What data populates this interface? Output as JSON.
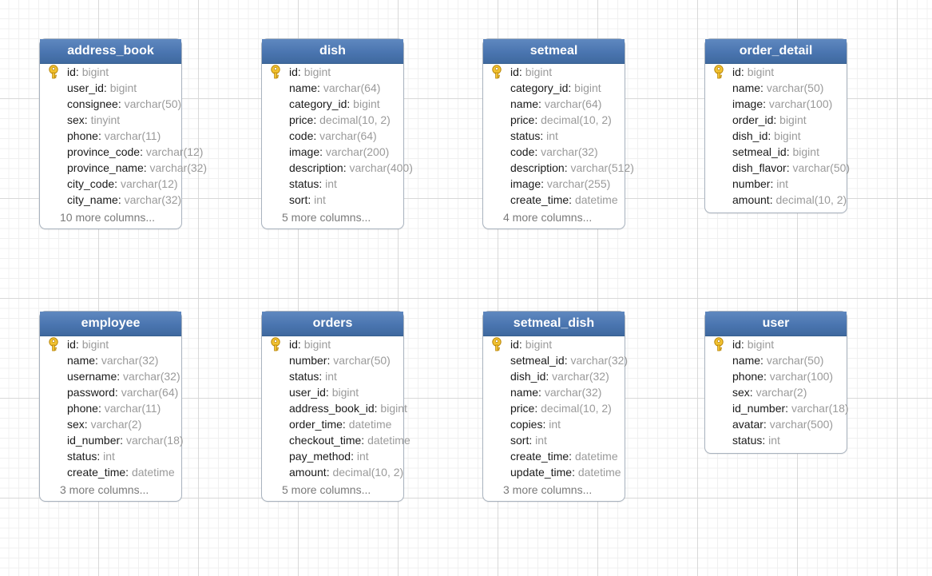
{
  "tables": [
    {
      "name": "address_book",
      "columns": [
        {
          "name": "id",
          "type": "bigint",
          "pk": true
        },
        {
          "name": "user_id",
          "type": "bigint"
        },
        {
          "name": "consignee",
          "type": "varchar(50)"
        },
        {
          "name": "sex",
          "type": "tinyint"
        },
        {
          "name": "phone",
          "type": "varchar(11)"
        },
        {
          "name": "province_code",
          "type": "varchar(12)"
        },
        {
          "name": "province_name",
          "type": "varchar(32)"
        },
        {
          "name": "city_code",
          "type": "varchar(12)"
        },
        {
          "name": "city_name",
          "type": "varchar(32)"
        }
      ],
      "more": "10 more columns..."
    },
    {
      "name": "dish",
      "columns": [
        {
          "name": "id",
          "type": "bigint",
          "pk": true
        },
        {
          "name": "name",
          "type": "varchar(64)"
        },
        {
          "name": "category_id",
          "type": "bigint"
        },
        {
          "name": "price",
          "type": "decimal(10, 2)"
        },
        {
          "name": "code",
          "type": "varchar(64)"
        },
        {
          "name": "image",
          "type": "varchar(200)"
        },
        {
          "name": "description",
          "type": "varchar(400)"
        },
        {
          "name": "status",
          "type": "int"
        },
        {
          "name": "sort",
          "type": "int"
        }
      ],
      "more": "5 more columns..."
    },
    {
      "name": "setmeal",
      "columns": [
        {
          "name": "id",
          "type": "bigint",
          "pk": true
        },
        {
          "name": "category_id",
          "type": "bigint"
        },
        {
          "name": "name",
          "type": "varchar(64)"
        },
        {
          "name": "price",
          "type": "decimal(10, 2)"
        },
        {
          "name": "status",
          "type": "int"
        },
        {
          "name": "code",
          "type": "varchar(32)"
        },
        {
          "name": "description",
          "type": "varchar(512)"
        },
        {
          "name": "image",
          "type": "varchar(255)"
        },
        {
          "name": "create_time",
          "type": "datetime"
        }
      ],
      "more": "4 more columns..."
    },
    {
      "name": "order_detail",
      "columns": [
        {
          "name": "id",
          "type": "bigint",
          "pk": true
        },
        {
          "name": "name",
          "type": "varchar(50)"
        },
        {
          "name": "image",
          "type": "varchar(100)"
        },
        {
          "name": "order_id",
          "type": "bigint"
        },
        {
          "name": "dish_id",
          "type": "bigint"
        },
        {
          "name": "setmeal_id",
          "type": "bigint"
        },
        {
          "name": "dish_flavor",
          "type": "varchar(50)"
        },
        {
          "name": "number",
          "type": "int"
        },
        {
          "name": "amount",
          "type": "decimal(10, 2)"
        }
      ],
      "more": ""
    },
    {
      "name": "employee",
      "columns": [
        {
          "name": "id",
          "type": "bigint",
          "pk": true
        },
        {
          "name": "name",
          "type": "varchar(32)"
        },
        {
          "name": "username",
          "type": "varchar(32)"
        },
        {
          "name": "password",
          "type": "varchar(64)"
        },
        {
          "name": "phone",
          "type": "varchar(11)"
        },
        {
          "name": "sex",
          "type": "varchar(2)"
        },
        {
          "name": "id_number",
          "type": "varchar(18)"
        },
        {
          "name": "status",
          "type": "int"
        },
        {
          "name": "create_time",
          "type": "datetime"
        }
      ],
      "more": "3 more columns..."
    },
    {
      "name": "orders",
      "columns": [
        {
          "name": "id",
          "type": "bigint",
          "pk": true
        },
        {
          "name": "number",
          "type": "varchar(50)"
        },
        {
          "name": "status",
          "type": "int"
        },
        {
          "name": "user_id",
          "type": "bigint"
        },
        {
          "name": "address_book_id",
          "type": "bigint"
        },
        {
          "name": "order_time",
          "type": "datetime"
        },
        {
          "name": "checkout_time",
          "type": "datetime"
        },
        {
          "name": "pay_method",
          "type": "int"
        },
        {
          "name": "amount",
          "type": "decimal(10, 2)"
        }
      ],
      "more": "5 more columns..."
    },
    {
      "name": "setmeal_dish",
      "columns": [
        {
          "name": "id",
          "type": "bigint",
          "pk": true
        },
        {
          "name": "setmeal_id",
          "type": "varchar(32)"
        },
        {
          "name": "dish_id",
          "type": "varchar(32)"
        },
        {
          "name": "name",
          "type": "varchar(32)"
        },
        {
          "name": "price",
          "type": "decimal(10, 2)"
        },
        {
          "name": "copies",
          "type": "int"
        },
        {
          "name": "sort",
          "type": "int"
        },
        {
          "name": "create_time",
          "type": "datetime"
        },
        {
          "name": "update_time",
          "type": "datetime"
        }
      ],
      "more": "3 more columns..."
    },
    {
      "name": "user",
      "columns": [
        {
          "name": "id",
          "type": "bigint",
          "pk": true
        },
        {
          "name": "name",
          "type": "varchar(50)"
        },
        {
          "name": "phone",
          "type": "varchar(100)"
        },
        {
          "name": "sex",
          "type": "varchar(2)"
        },
        {
          "name": "id_number",
          "type": "varchar(18)"
        },
        {
          "name": "avatar",
          "type": "varchar(500)"
        },
        {
          "name": "status",
          "type": "int"
        }
      ],
      "more": ""
    }
  ]
}
